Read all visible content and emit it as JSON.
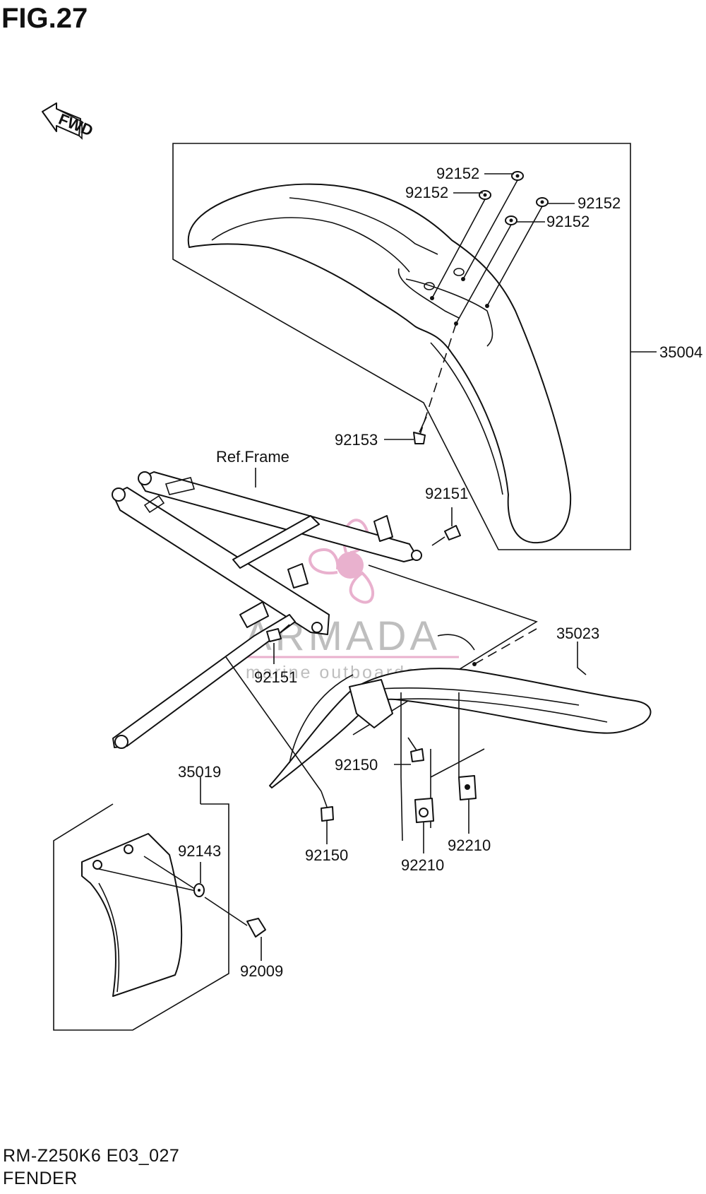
{
  "figure": {
    "title": "FIG.27"
  },
  "footer": {
    "model_code": "RM-Z250K6 E03_027",
    "section_name": "FENDER"
  },
  "fwd_arrow": {
    "label": "FWD"
  },
  "reference": {
    "frame_label": "Ref.Frame"
  },
  "watermark": {
    "brand": "ARMADA",
    "tagline": "marine outboards",
    "color": "#e7a9c9"
  },
  "callouts": [
    {
      "id": "c92152a",
      "label": "92152"
    },
    {
      "id": "c92152b",
      "label": "92152"
    },
    {
      "id": "c92152c",
      "label": "92152"
    },
    {
      "id": "c92152d",
      "label": "92152"
    },
    {
      "id": "c35004",
      "label": "35004"
    },
    {
      "id": "c92153",
      "label": "92153"
    },
    {
      "id": "c92151a",
      "label": "92151"
    },
    {
      "id": "c92151b",
      "label": "92151"
    },
    {
      "id": "c35023",
      "label": "35023"
    },
    {
      "id": "c92150a",
      "label": "92150"
    },
    {
      "id": "c92150b",
      "label": "92150"
    },
    {
      "id": "c92210a",
      "label": "92210"
    },
    {
      "id": "c92210b",
      "label": "92210"
    },
    {
      "id": "c35019",
      "label": "35019"
    },
    {
      "id": "c92143",
      "label": "92143"
    },
    {
      "id": "c92009",
      "label": "92009"
    }
  ]
}
